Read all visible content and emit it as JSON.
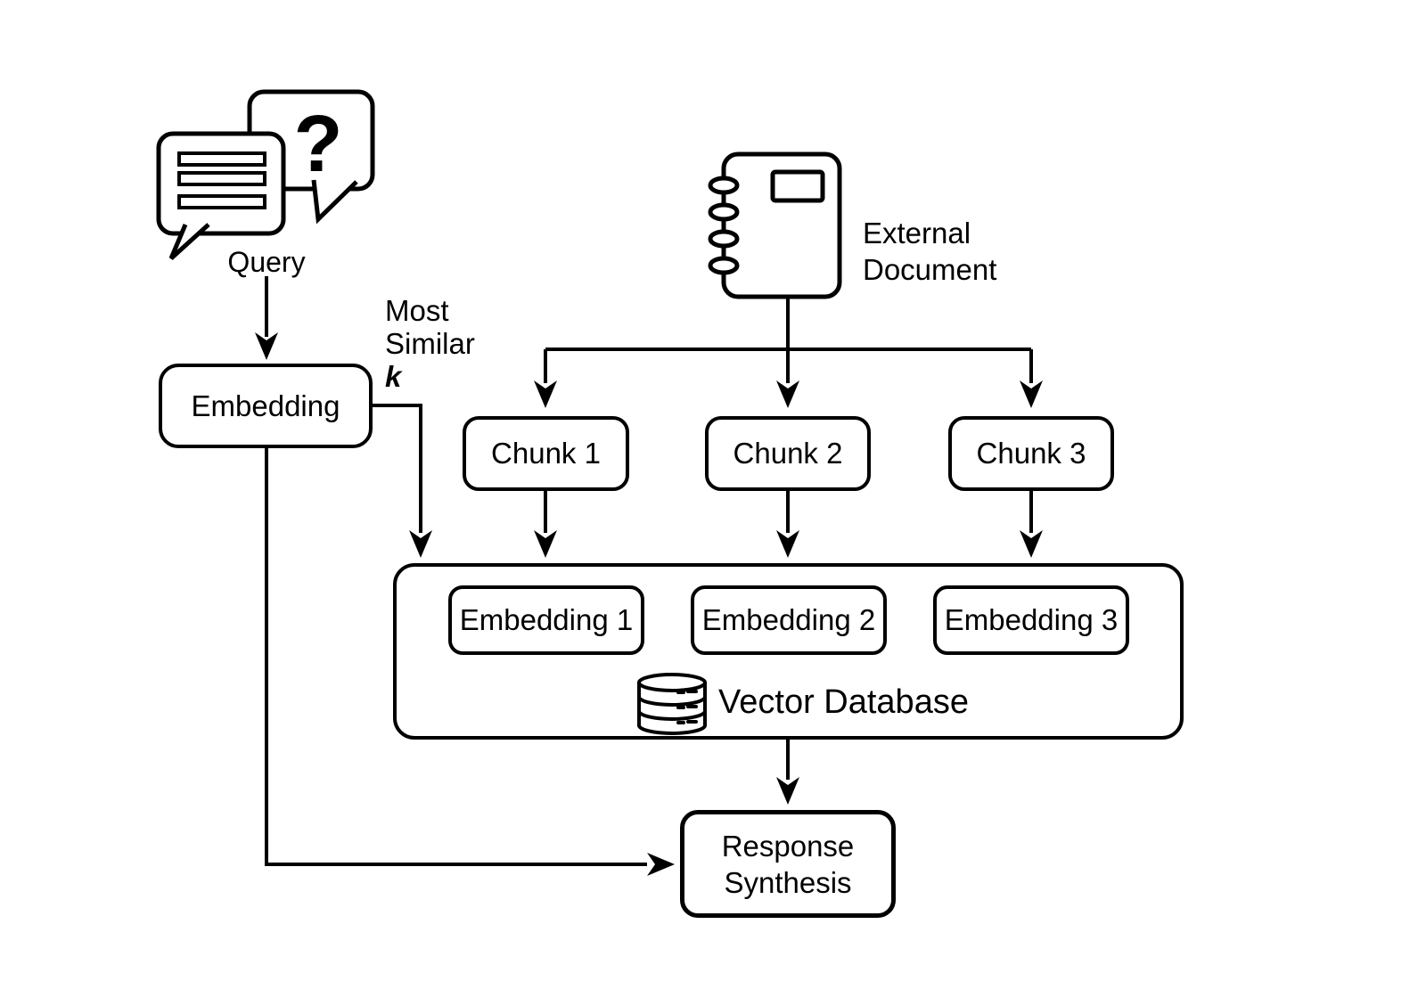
{
  "diagram": {
    "title_semantic": "RAG retrieval flow diagram",
    "background": "#ffffff",
    "line_color": "#000000",
    "labels": {
      "query": "Query",
      "embedding": "Embedding",
      "most_similar_line1": "Most",
      "most_similar_line2": "Similar",
      "most_similar_k": "k",
      "external_document_line1": "External",
      "external_document_line2": "Document",
      "chunk1": "Chunk 1",
      "chunk2": "Chunk 2",
      "chunk3": "Chunk 3",
      "embedding1": "Embedding 1",
      "embedding2": "Embedding 2",
      "embedding3": "Embedding 3",
      "vector_database": "Vector Database",
      "response_line1": "Response",
      "response_line2": "Synthesis",
      "question_mark": "?"
    },
    "icons": [
      "chat-bubbles-question-icon",
      "notebook-document-icon",
      "database-cylinder-icon"
    ],
    "edges": [
      {
        "from": "Query",
        "to": "Embedding"
      },
      {
        "from": "Embedding",
        "to": "Vector Database",
        "label": "Most Similar k"
      },
      {
        "from": "External Document",
        "to": "Chunk 1"
      },
      {
        "from": "External Document",
        "to": "Chunk 2"
      },
      {
        "from": "External Document",
        "to": "Chunk 3"
      },
      {
        "from": "Chunk 1",
        "to": "Vector Database"
      },
      {
        "from": "Chunk 2",
        "to": "Vector Database"
      },
      {
        "from": "Chunk 3",
        "to": "Vector Database"
      },
      {
        "from": "Vector Database",
        "to": "Response Synthesis"
      },
      {
        "from": "Embedding",
        "to": "Response Synthesis"
      }
    ]
  }
}
